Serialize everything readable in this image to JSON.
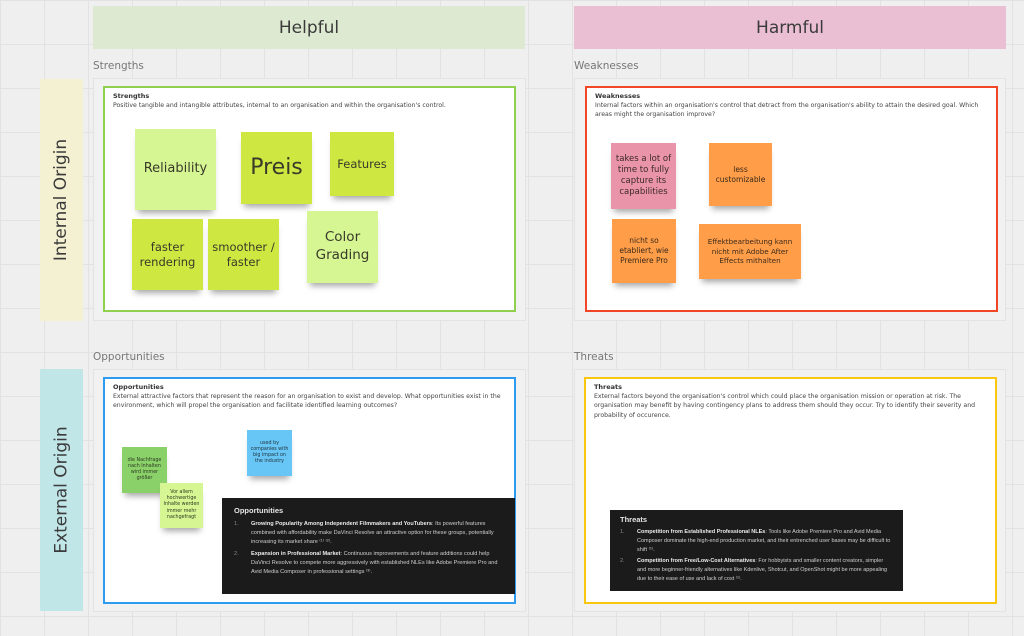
{
  "columns": {
    "helpful": "Helpful",
    "harmful": "Harmful"
  },
  "rows": {
    "internal": "Internal Origin",
    "external": "External Origin"
  },
  "colors": {
    "helpful_bg": "#dde9d0",
    "harmful_bg": "#ebbfd3",
    "internal_bg": "#f4f1d2",
    "external_bg": "#c1e6e7",
    "strengths_border": "#8fd14f",
    "weaknesses_border": "#f24726",
    "opportunities_border": "#2d9bf0",
    "threats_border": "#fac710"
  },
  "strengths": {
    "label": "Strengths",
    "title": "Strengths",
    "description": "Positive tangible and intangible attributes, internal to an organisation and within the organisation's control.",
    "notes": [
      "Reliability",
      "Preis",
      "Features",
      "faster rendering",
      "smoother / faster",
      "Color Grading"
    ]
  },
  "weaknesses": {
    "label": "Weaknesses",
    "title": "Weaknesses",
    "description": "Internal factors within an organisation's control that detract from the organisation's ability to attain the desired goal. Which areas might the organisation improve?",
    "notes": [
      "takes a lot of time to fully capture its capabilities",
      "less customizable",
      "nicht so etabliert, wie Premiere Pro",
      "Effektbearbeitung kann nicht mit Adobe After Effects mithalten"
    ]
  },
  "opportunities": {
    "label": "Opportunities",
    "title": "Opportunities",
    "description": "External attractive factors that represent the reason for an organisation to exist and develop. What opportunities exist in the environment, which will propel the organisation and facilitate identified learning outcomes?",
    "notes": [
      "die Nachfrage nach Inhalten wird immer größer",
      "Vor allem hochwertige Inhalte werden immer mehr nachgefragt",
      "used by companies with big impact on the industry"
    ],
    "panel": {
      "title": "Opportunities",
      "items": [
        {
          "num": "1.",
          "bold": "Growing Popularity Among Independent Filmmakers and YouTubers",
          "text": ": Its powerful features combined with affordability make DaVinci Resolve an attractive option for these groups, potentially increasing its market share ⁽¹⁾ ⁽²⁾."
        },
        {
          "num": "2.",
          "bold": "Expansion in Professional Market",
          "text": ": Continuous improvements and feature additions could help DaVinci Resolve to compete more aggressively with established NLEs like Adobe Premiere Pro and Avid Media Composer in professional settings ⁽³⁾."
        }
      ]
    }
  },
  "threats": {
    "label": "Threats",
    "title": "Threats",
    "description": "External factors beyond the organisation's control which could place the organisation mission or operation at risk. The organisation may benefit by having contingency plans to address them should they occur. Try to identify their severity and probability of occurence.",
    "panel": {
      "title": "Threats",
      "items": [
        {
          "num": "1.",
          "bold": "Competition from Established Professional NLEs",
          "text": ": Tools like Adobe Premiere Pro and Avid Media Composer dominate the high-end production market, and their entrenched user bases may be difficult to shift ⁽¹⁾."
        },
        {
          "num": "2.",
          "bold": "Competition from Free/Low-Cost Alternatives",
          "text": ": For hobbyists and smaller content creators, simpler and more beginner-friendly alternatives like Kdenlive, Shotcut, and OpenShot might be more appealing due to their ease of use and lack of cost ⁽¹⁾."
        }
      ]
    }
  }
}
